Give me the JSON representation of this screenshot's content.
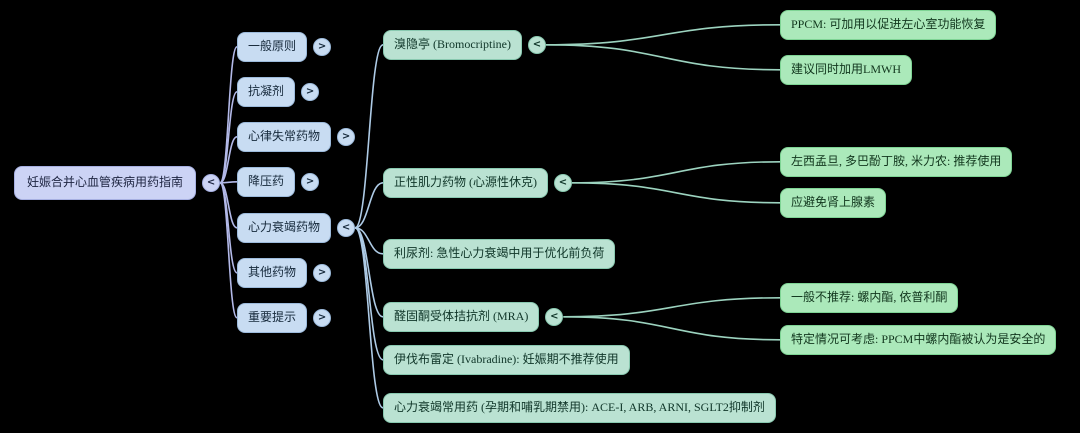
{
  "root": {
    "label": "妊娠合并心血管疾病用药指南",
    "toggle": "<"
  },
  "nodes": {
    "l2": [
      {
        "label": "一般原则",
        "toggle": ">"
      },
      {
        "label": "抗凝剂",
        "toggle": ">"
      },
      {
        "label": "心律失常药物",
        "toggle": ">"
      },
      {
        "label": "降压药",
        "toggle": ">"
      },
      {
        "label": "心力衰竭药物",
        "toggle": "<"
      },
      {
        "label": "其他药物",
        "toggle": ">"
      },
      {
        "label": "重要提示",
        "toggle": ">"
      }
    ],
    "l3": [
      {
        "label": "溴隐亭 (Bromocriptine)",
        "toggle": "<"
      },
      {
        "label": "正性肌力药物 (心源性休克)",
        "toggle": "<"
      },
      {
        "label": "利尿剂: 急性心力衰竭中用于优化前负荷"
      },
      {
        "label": "醛固酮受体拮抗剂 (MRA)",
        "toggle": "<"
      },
      {
        "label": "伊伐布雷定 (Ivabradine): 妊娠期不推荐使用"
      },
      {
        "label": "心力衰竭常用药 (孕期和哺乳期禁用): ACE-I, ARB, ARNI, SGLT2抑制剂"
      }
    ],
    "l4": [
      {
        "label": "PPCM: 可加用以促进左心室功能恢复"
      },
      {
        "label": "建议同时加用LMWH"
      },
      {
        "label": "左西孟旦, 多巴酚丁胺, 米力农: 推荐使用"
      },
      {
        "label": "应避免肾上腺素"
      },
      {
        "label": "一般不推荐: 螺内酯, 依普利酮"
      },
      {
        "label": "特定情况可考虑: PPCM中螺内酯被认为是安全的"
      }
    ]
  },
  "edges": [
    {
      "from": "root",
      "to": "general-principles",
      "color": "edge_purple"
    },
    {
      "from": "root",
      "to": "anticoagulants",
      "color": "edge_purple"
    },
    {
      "from": "root",
      "to": "arrhythmia-drugs",
      "color": "edge_purple"
    },
    {
      "from": "root",
      "to": "antihypertensives",
      "color": "edge_purple"
    },
    {
      "from": "root",
      "to": "heart-failure-drugs",
      "color": "edge_purple"
    },
    {
      "from": "root",
      "to": "other-drugs",
      "color": "edge_purple"
    },
    {
      "from": "root",
      "to": "important-notes",
      "color": "edge_purple"
    },
    {
      "from": "heart-failure-drugs",
      "to": "bromocriptine",
      "color": "edge_blue"
    },
    {
      "from": "heart-failure-drugs",
      "to": "inotropes",
      "color": "edge_blue"
    },
    {
      "from": "heart-failure-drugs",
      "to": "diuretics",
      "color": "edge_blue"
    },
    {
      "from": "heart-failure-drugs",
      "to": "mra",
      "color": "edge_blue"
    },
    {
      "from": "heart-failure-drugs",
      "to": "ivabradine",
      "color": "edge_blue"
    },
    {
      "from": "heart-failure-drugs",
      "to": "hf-common-drugs",
      "color": "edge_blue"
    },
    {
      "from": "bromocriptine",
      "to": "ppcm-lv-recovery",
      "color": "edge_green"
    },
    {
      "from": "bromocriptine",
      "to": "add-lmwh",
      "color": "edge_green"
    },
    {
      "from": "inotropes",
      "to": "inotropes-recommended",
      "color": "edge_green"
    },
    {
      "from": "inotropes",
      "to": "avoid-epinephrine",
      "color": "edge_green"
    },
    {
      "from": "mra",
      "to": "mra-not-recommended",
      "color": "edge_green"
    },
    {
      "from": "mra",
      "to": "mra-special-cases",
      "color": "edge_green"
    }
  ],
  "colors": {
    "background": "#000000",
    "root_fill": "#ccd3f5",
    "root_border": "#a7b0e2",
    "root_text": "#1d2440",
    "l2_fill": "#c8dcf2",
    "l2_border": "#9dbbdc",
    "l2_text": "#15283a",
    "l3_fill": "#bae2d2",
    "l3_border": "#89c9b0",
    "l3_text": "#0f3528",
    "l4_fill": "#abe9ba",
    "l4_border": "#7ed494",
    "l4_text": "#11361d",
    "edge_purple": "#b3b9e8",
    "edge_blue": "#aecbe6",
    "edge_green": "#9cd3bf"
  }
}
